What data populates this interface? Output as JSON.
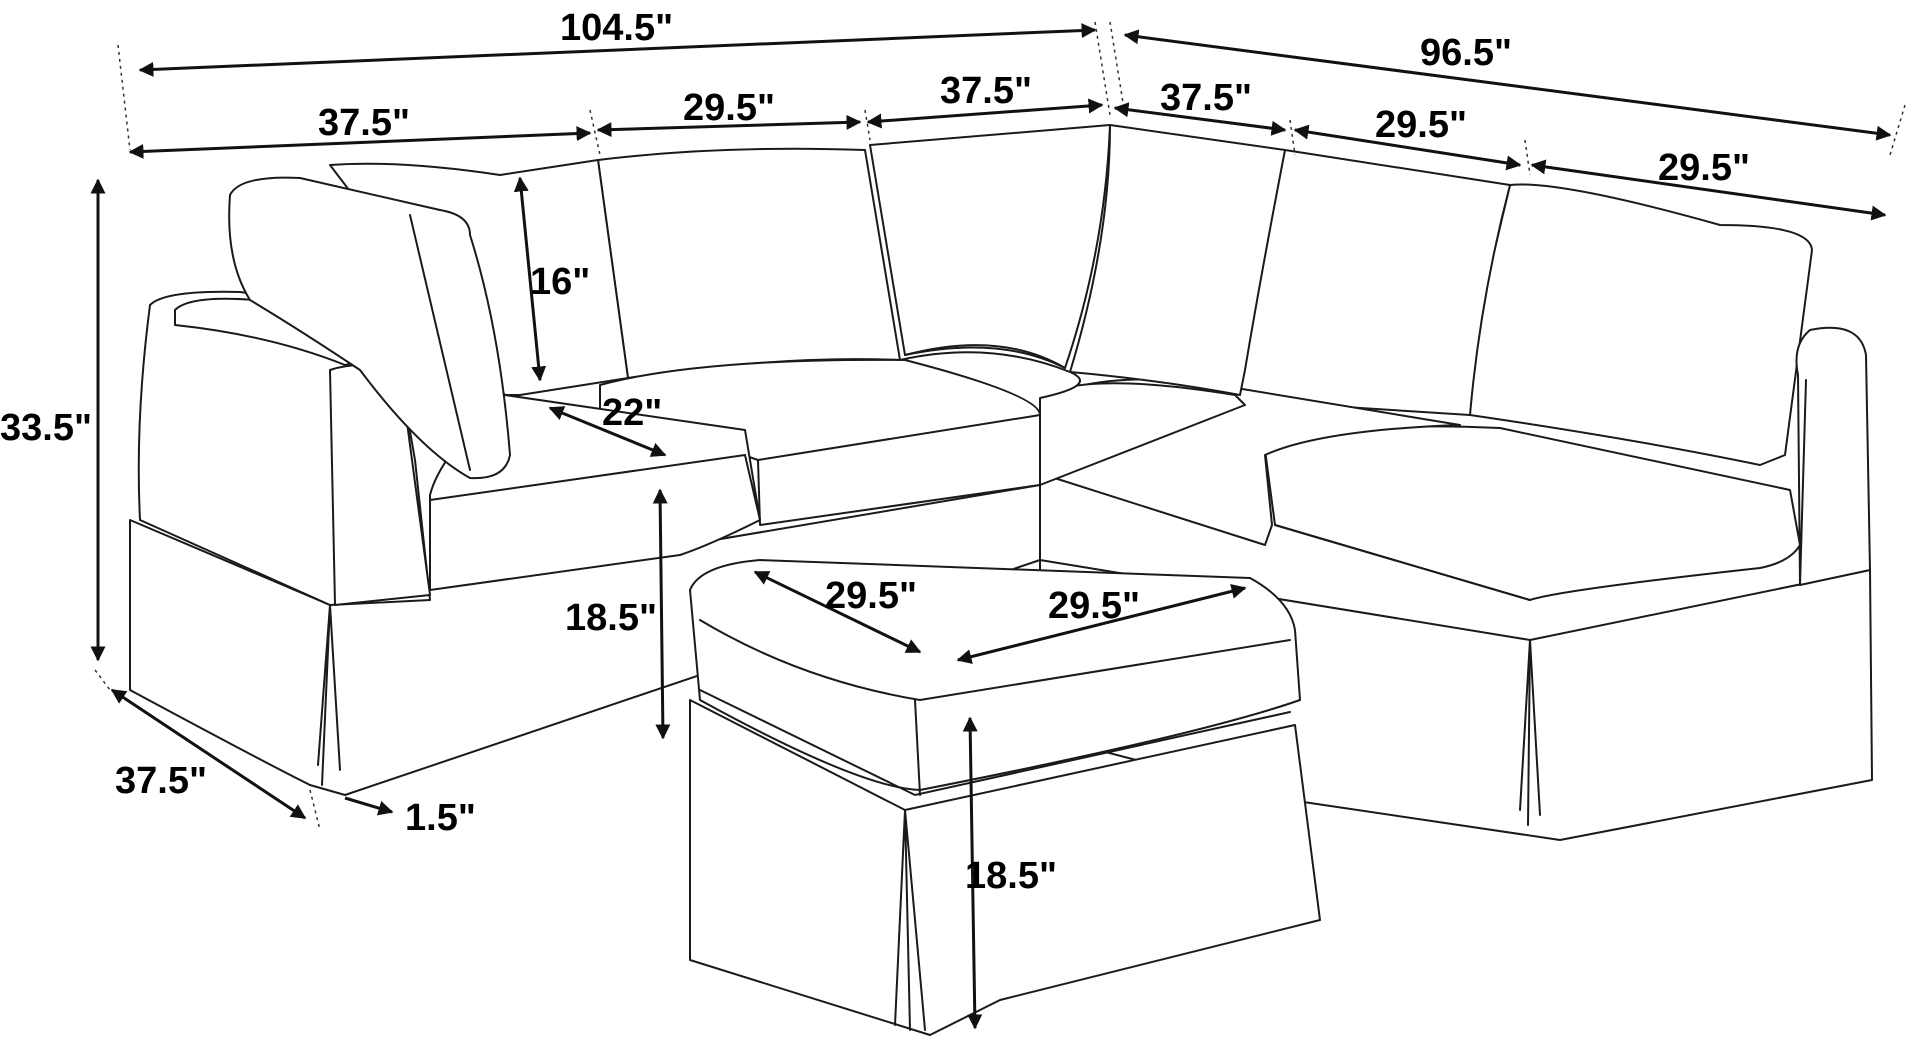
{
  "dimensions": {
    "total_width_left": "104.5\"",
    "total_width_right": "96.5\"",
    "seg_left_1": "37.5\"",
    "seg_left_2": "29.5\"",
    "seg_left_3": "37.5\"",
    "seg_right_1": "37.5\"",
    "seg_right_2": "29.5\"",
    "seg_right_3": "29.5\"",
    "height_total": "33.5\"",
    "back_height": "16\"",
    "seat_depth": "22\"",
    "seat_height": "18.5\"",
    "depth": "37.5\"",
    "skirt_gap": "1.5\"",
    "ottoman_width_1": "29.5\"",
    "ottoman_width_2": "29.5\"",
    "ottoman_height": "18.5\""
  },
  "colors": {
    "line": "#1a1a1a",
    "background": "#ffffff"
  }
}
